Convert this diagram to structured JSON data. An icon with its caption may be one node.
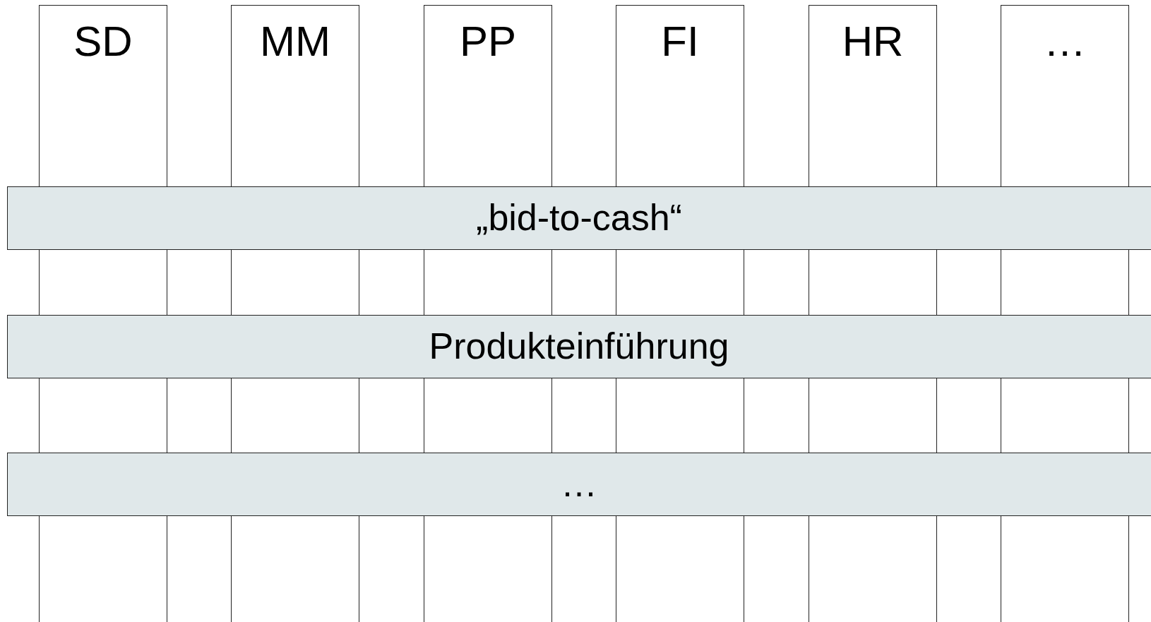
{
  "diagram": {
    "nodes": [
      {
        "text": [
          "SD"
        ]
      },
      {
        "text": [
          "MM"
        ]
      },
      {
        "text": [
          "PP"
        ]
      },
      {
        "text": [
          "FI"
        ]
      },
      {
        "text": [
          "HR"
        ]
      },
      {
        "text": [
          "…"
        ]
      },
      {
        "text": [
          "„bid-to-cash“"
        ]
      },
      {
        "text": [
          "Produkteinführung"
        ]
      },
      {
        "text": [
          "…"
        ]
      }
    ]
  }
}
